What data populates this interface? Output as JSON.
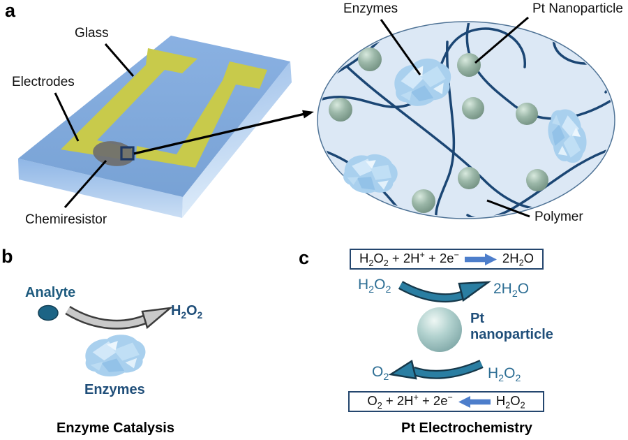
{
  "figure": {
    "type": "scientific-figure",
    "description": "Enzyme chemiresistor sensor schematic"
  },
  "panel_a": {
    "letter": "a",
    "device": {
      "glass_label": "Glass",
      "electrodes_label": "Electrodes",
      "chemiresistor_label": "Chemiresistor"
    },
    "network": {
      "enzymes_label": "Enzymes",
      "pt_nanoparticle_label": "Pt Nanoparticle",
      "polymer_label": "Polymer"
    }
  },
  "panel_b": {
    "letter": "b",
    "analyte_label": "Analyte",
    "product_formula": "H_2O_2",
    "enzymes_label": "Enzymes",
    "caption": "Enzyme Catalysis"
  },
  "panel_c": {
    "letter": "c",
    "top_equation": {
      "lhs": "H_2O_2 + 2H^+ + 2e^−",
      "rhs": "2H_2O",
      "direction": "right"
    },
    "reduction_reactant": "H_2O_2",
    "reduction_product": "2H_2O",
    "particle_label_line1": "Pt",
    "particle_label_line2": "nanoparticle",
    "oxidation_product": "O_2",
    "oxidation_reactant": "H_2O_2",
    "bottom_equation": {
      "lhs": "O_2 + 2H^+ + 2e^−",
      "rhs": "H_2O_2",
      "direction": "left"
    },
    "caption": "Pt Electrochemistry"
  },
  "colors": {
    "glass_blue": "#7ea7d9",
    "electrode_yellow": "#c8ca4b",
    "chemiresistor_gray": "#6e6e6e",
    "matrix_fill": "#dce8f5",
    "polymer_navy": "#1b4674",
    "nanoparticle_green": "#8fab9d",
    "enzyme_blue": "#a9d0ee",
    "label_navy": "#1f4e79",
    "analyte_teal": "#1c6485",
    "reaction_arrow_teal": "#2a7ea2",
    "block_arrow_blue": "#4d7ecb",
    "equation_box_border": "#24466e"
  }
}
